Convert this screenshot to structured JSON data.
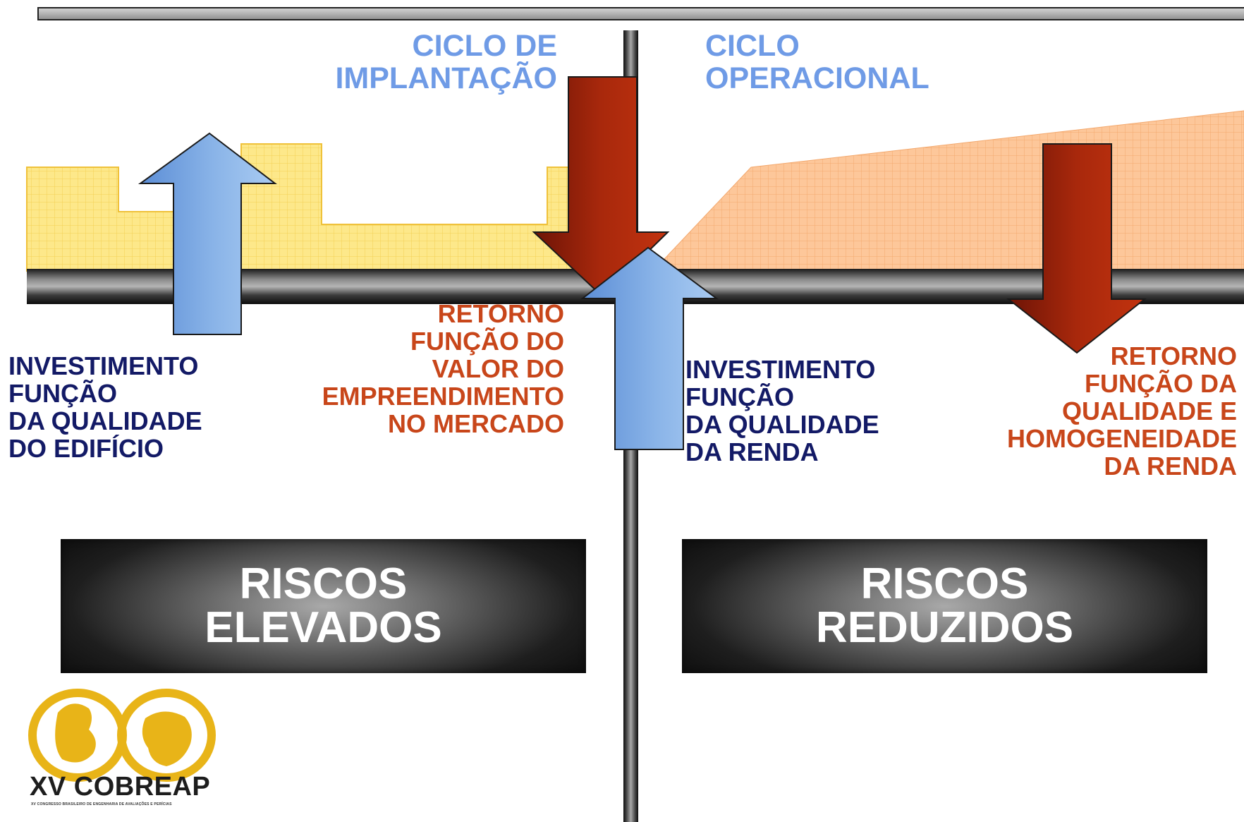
{
  "headings": {
    "implantacao": [
      "CICLO DE",
      "IMPLANTAÇÃO"
    ],
    "operacional": [
      "CICLO",
      "OPERACIONAL"
    ]
  },
  "labels": {
    "investimento_edificio": [
      "INVESTIMENTO",
      "FUNÇÃO",
      "DA QUALIDADE",
      "DO EDIFÍCIO"
    ],
    "retorno_mercado": [
      "RETORNO",
      "FUNÇÃO DO",
      "VALOR DO",
      "EMPREENDIMENTO",
      "NO MERCADO"
    ],
    "investimento_renda": [
      "INVESTIMENTO",
      "FUNÇÃO",
      "DA QUALIDADE",
      "DA RENDA"
    ],
    "retorno_renda": [
      "RETORNO",
      "FUNÇÃO DA",
      "QUALIDADE E",
      "HOMOGENEIDADE",
      "DA RENDA"
    ]
  },
  "risk_boxes": {
    "elevados": [
      "RISCOS",
      "ELEVADOS"
    ],
    "reduzidos": [
      "RISCOS",
      "REDUZIDOS"
    ]
  },
  "logo": {
    "title": "XV COBREAP",
    "subtitle": "XV CONGRESSO BRASILEIRO DE ENGENHARIA DE AVALIAÇÕES E PERÍCIAS"
  },
  "colors": {
    "heading_blue": "#6f9be6",
    "investment_navy": "#131a66",
    "return_rust": "#c8461a",
    "implant_area": "#fde88a",
    "operational_area": "#fdc79a",
    "up_arrow": "#8ab4e8",
    "down_arrow": "#a8280c"
  }
}
